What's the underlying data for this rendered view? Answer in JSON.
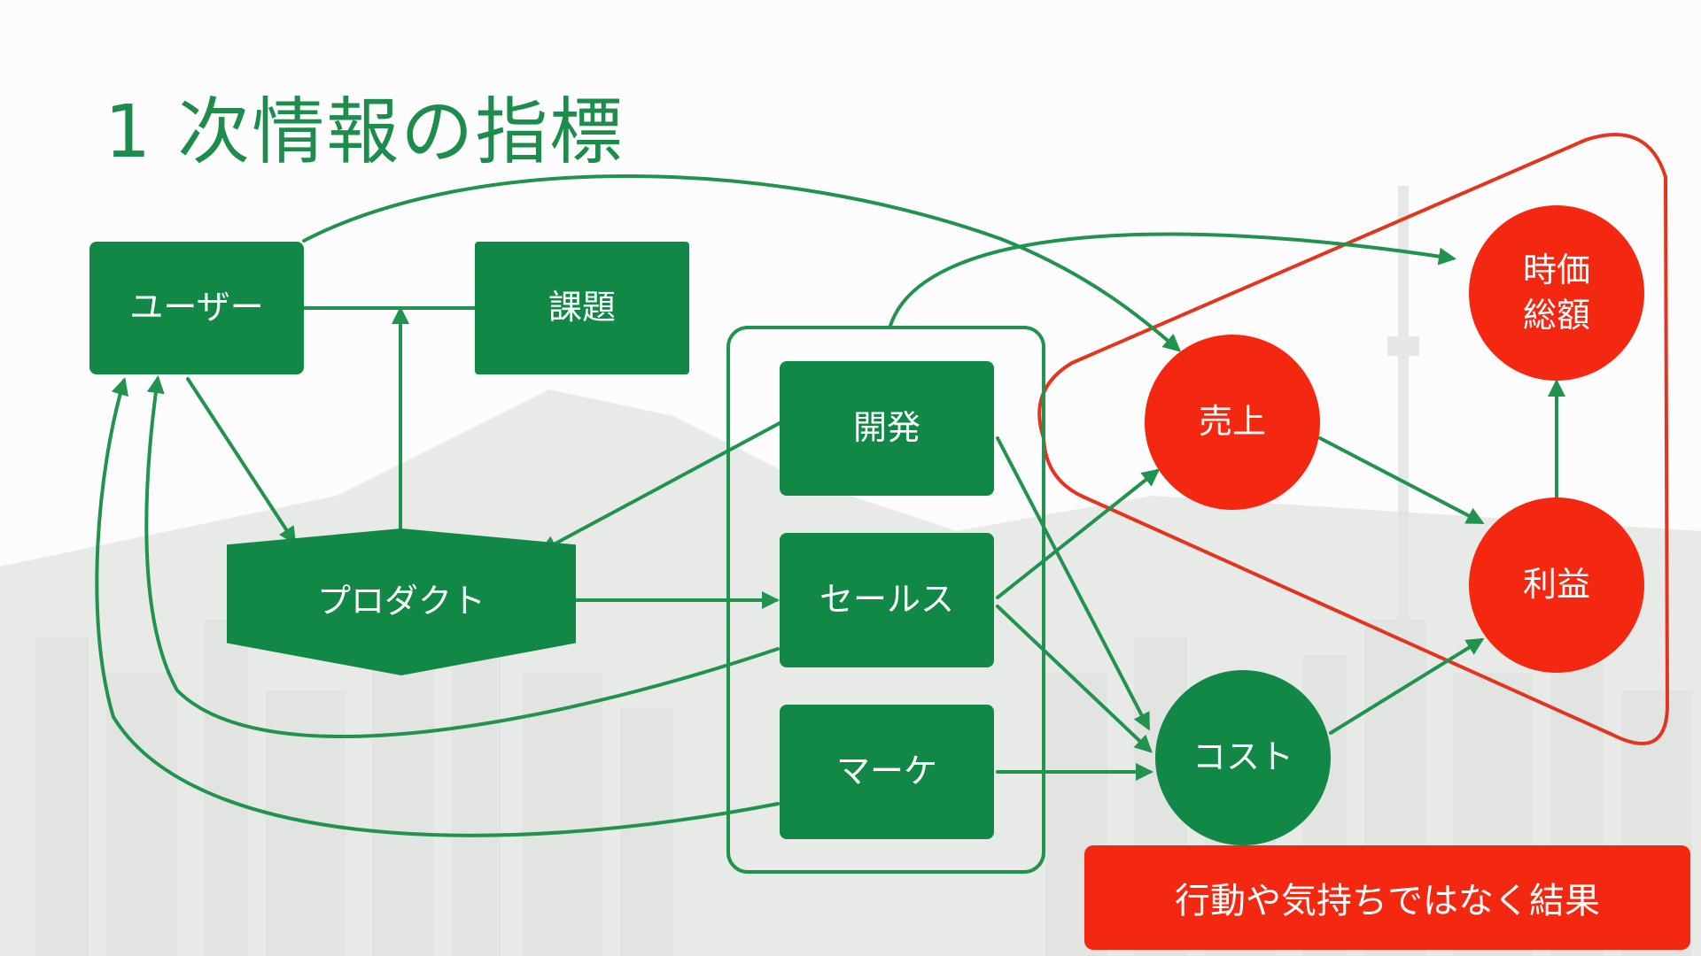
{
  "title": "1 次情報の指標",
  "nodes": {
    "user": "ユーザー",
    "issue": "課題",
    "product": "プロダクト",
    "dev": "開発",
    "sales": "セールス",
    "marketing": "マーケ",
    "revenue": "売上",
    "cost": "コスト",
    "profit": "利益",
    "market_cap_line1": "時価",
    "market_cap_line2": "総額"
  },
  "banner": "行動や気持ちではなく結果",
  "colors": {
    "green": "#128847",
    "title_green": "#1e8c4c",
    "red": "#f42710",
    "arrow_green": "#22924f",
    "triangle_red": "#e3341f"
  }
}
